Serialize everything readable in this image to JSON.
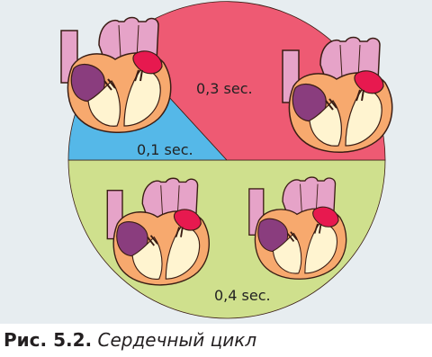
{
  "diagram": {
    "segments": [
      {
        "label": "0,3 sec.",
        "color": "#ee5a73"
      },
      {
        "label": "0,1 sec.",
        "color": "#55b8e8"
      },
      {
        "label": "0,4 sec.",
        "color": "#cfe08d"
      }
    ],
    "colors": {
      "background": "#e7edf0",
      "heart_wall": "#f7a96e",
      "heart_outline": "#3a1d14",
      "atrium_purple": "#8a3d7e",
      "vein_pink": "#e6a3c8",
      "blood_red": "#e7194f",
      "chamber_cream": "#fff4d0"
    },
    "icons": [
      "heart-icon-atrial-systole",
      "heart-icon-ventricular-systole",
      "heart-icon-diastole-left",
      "heart-icon-diastole-right"
    ]
  },
  "caption": {
    "number": "Рис. 5.2.",
    "text": "Сердечный цикл"
  }
}
